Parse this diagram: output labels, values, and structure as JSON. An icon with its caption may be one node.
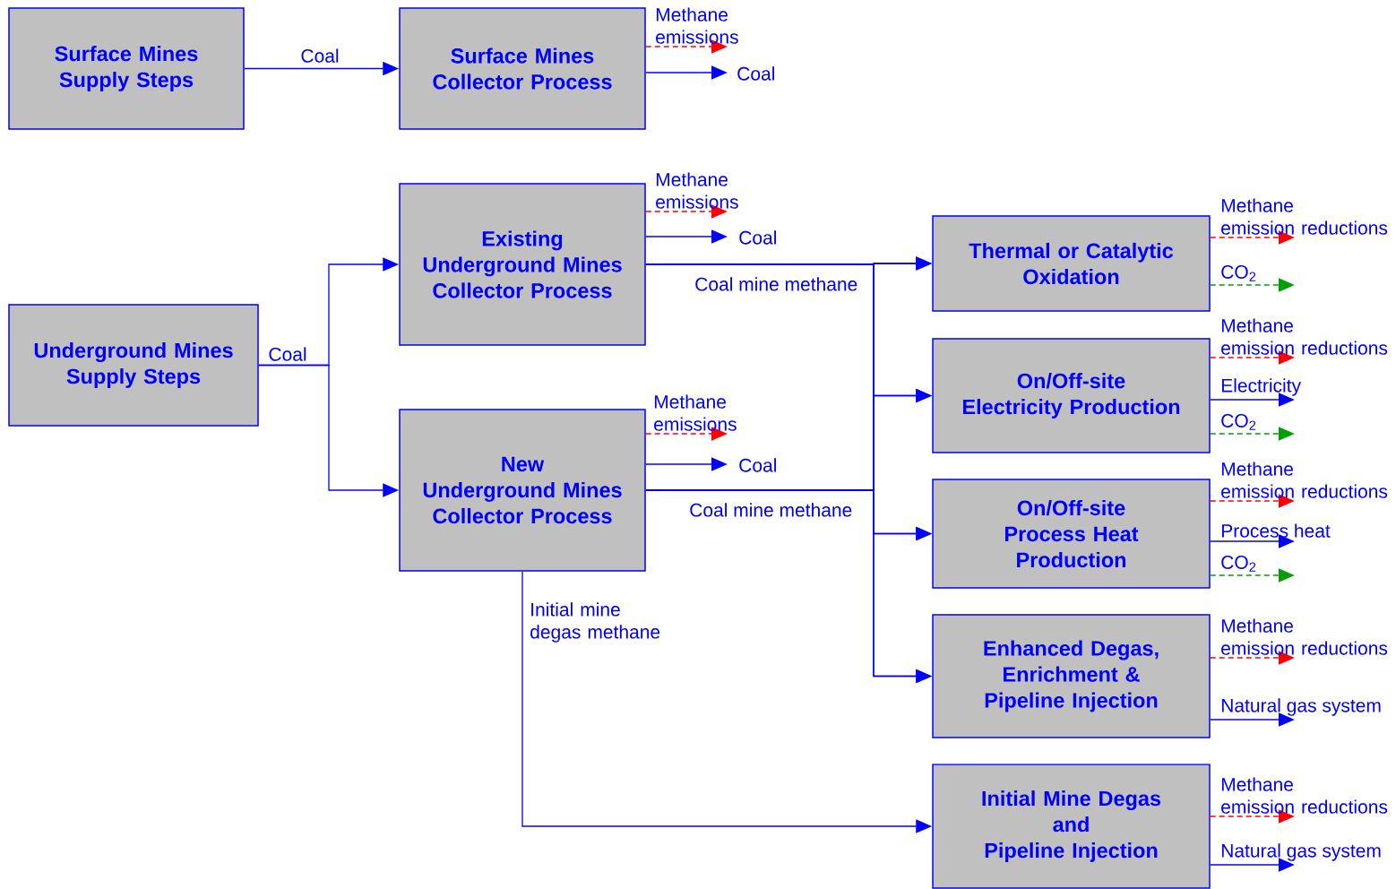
{
  "diagram": {
    "nodes": [
      {
        "text": [
          "Surface Mines Supply Steps"
        ]
      },
      {
        "text": [
          "Surface Mines Collector Process"
        ]
      },
      {
        "text": [
          "Underground Mines Supply Steps"
        ]
      },
      {
        "text": [
          "Existing Underground Mines Collector Process"
        ]
      },
      {
        "text": [
          "New Underground Mines Collector Process"
        ]
      },
      {
        "text": [
          "Thermal or Catalytic Oxidation"
        ]
      },
      {
        "text": [
          "On/Off-site Electricity Production"
        ]
      },
      {
        "text": [
          "On/Off-site Process Heat Production"
        ]
      },
      {
        "text": [
          "Enhanced Degas, Enrichment & Pipeline Injection"
        ]
      },
      {
        "text": [
          "Initial Mine Degas and Pipeline Injection"
        ]
      }
    ],
    "edges": [
      {
        "from": 0,
        "to": 1,
        "arrow": "to",
        "label": "Coal"
      },
      {
        "from": 1,
        "to": null,
        "arrow": "to",
        "label": "Methane emissions",
        "style": "dashed",
        "color": "#ff0000"
      },
      {
        "from": 1,
        "to": null,
        "arrow": "to",
        "label": "Coal"
      },
      {
        "from": 2,
        "to": 3,
        "arrow": "to",
        "label": "Coal"
      },
      {
        "from": 2,
        "to": 4,
        "arrow": "to"
      },
      {
        "from": 3,
        "to": null,
        "arrow": "to",
        "label": "Methane emissions",
        "style": "dashed",
        "color": "#ff0000"
      },
      {
        "from": 3,
        "to": null,
        "arrow": "to",
        "label": "Coal"
      },
      {
        "from": 3,
        "to": 5,
        "arrow": "to",
        "label": "Coal mine methane"
      },
      {
        "from": 3,
        "to": 6,
        "arrow": "to"
      },
      {
        "from": 3,
        "to": 7,
        "arrow": "to"
      },
      {
        "from": 3,
        "to": 8,
        "arrow": "to"
      },
      {
        "from": 4,
        "to": null,
        "arrow": "to",
        "label": "Methane emissions",
        "style": "dashed",
        "color": "#ff0000"
      },
      {
        "from": 4,
        "to": null,
        "arrow": "to",
        "label": "Coal"
      },
      {
        "from": 4,
        "to": 5,
        "arrow": "to",
        "label": "Coal mine methane"
      },
      {
        "from": 4,
        "to": 6,
        "arrow": "to"
      },
      {
        "from": 4,
        "to": 7,
        "arrow": "to"
      },
      {
        "from": 4,
        "to": 8,
        "arrow": "to"
      },
      {
        "from": 4,
        "to": 9,
        "arrow": "to",
        "label": "Initial mine degas methane"
      },
      {
        "from": 5,
        "to": null,
        "arrow": "to",
        "label": "Methane emission reductions",
        "style": "dashed",
        "color": "#ff0000"
      },
      {
        "from": 5,
        "to": null,
        "arrow": "to",
        "label": "CO$_{2}$",
        "style": "dashed",
        "color": "#00a000"
      },
      {
        "from": 6,
        "to": null,
        "arrow": "to",
        "label": "Methane emission reductions",
        "style": "dashed",
        "color": "#ff0000"
      },
      {
        "from": 6,
        "to": null,
        "arrow": "to",
        "label": "Electricity"
      },
      {
        "from": 6,
        "to": null,
        "arrow": "to",
        "label": "CO$_{2}$",
        "style": "dashed",
        "color": "#00a000"
      },
      {
        "from": 7,
        "to": null,
        "arrow": "to",
        "label": "Methane emission reductions",
        "style": "dashed",
        "color": "#ff0000"
      },
      {
        "from": 7,
        "to": null,
        "arrow": "to",
        "label": "Process heat"
      },
      {
        "from": 7,
        "to": null,
        "arrow": "to",
        "label": "CO$_{2}$",
        "style": "dashed",
        "color": "#00a000"
      },
      {
        "from": 8,
        "to": null,
        "arrow": "to",
        "label": "Methane emission reductions",
        "style": "dashed",
        "color": "#ff0000"
      },
      {
        "from": 8,
        "to": null,
        "arrow": "to",
        "label": "Natural gas system"
      },
      {
        "from": 9,
        "to": null,
        "arrow": "to",
        "label": "Methane emission reductions",
        "style": "dashed",
        "color": "#ff0000"
      },
      {
        "from": 9,
        "to": null,
        "arrow": "to",
        "label": "Natural gas system"
      }
    ]
  }
}
